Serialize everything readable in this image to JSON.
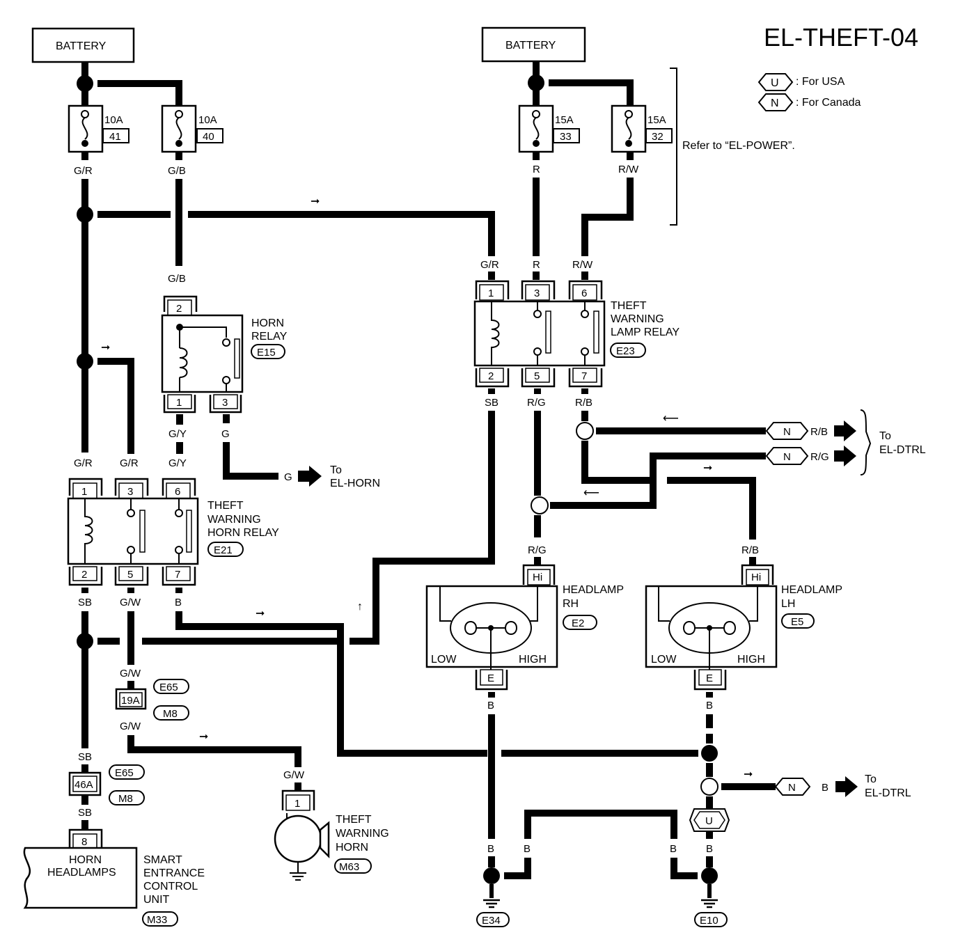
{
  "title": "EL-THEFT-04",
  "legend": {
    "usa_code": "U",
    "usa_label": ": For USA",
    "canada_code": "N",
    "canada_label": ": For Canada"
  },
  "power_note": "Refer to “EL-POWER”.",
  "batteries": [
    "BATTERY",
    "BATTERY"
  ],
  "fuses": [
    {
      "rating": "10A",
      "number": "41"
    },
    {
      "rating": "10A",
      "number": "40"
    },
    {
      "rating": "15A",
      "number": "33"
    },
    {
      "rating": "15A",
      "number": "32"
    }
  ],
  "wire_colors": {
    "g_r": "G/R",
    "g_b": "G/B",
    "r": "R",
    "r_w": "R/W",
    "g_y": "G/Y",
    "g": "G",
    "sb": "SB",
    "g_w": "G/W",
    "b": "B",
    "r_g": "R/G",
    "r_b": "R/B"
  },
  "horn_relay": {
    "name": "HORN\nRELAY",
    "line1": "HORN",
    "line2": "RELAY",
    "connector": "E15",
    "pins": [
      "2",
      "1",
      "3"
    ]
  },
  "horn_warning_relay": {
    "line1": "THEFT",
    "line2": "WARNING",
    "line3": "HORN RELAY",
    "connector": "E21",
    "pins": [
      "1",
      "3",
      "6",
      "2",
      "5",
      "7"
    ]
  },
  "lamp_relay": {
    "line1": "THEFT",
    "line2": "WARNING",
    "line3": "LAMP RELAY",
    "connector": "E23",
    "pins": [
      "1",
      "3",
      "6",
      "2",
      "5",
      "7"
    ]
  },
  "to_horn": {
    "line1": "To",
    "line2": "EL-HORN"
  },
  "to_dtrl": {
    "line1": "To",
    "line2": "EL-DTRL"
  },
  "headlamp_rh": {
    "line1": "HEADLAMP",
    "line2": "RH",
    "connector": "E2",
    "hi": "Hi",
    "low": "LOW",
    "high": "HIGH",
    "e": "E"
  },
  "headlamp_lh": {
    "line1": "HEADLAMP",
    "line2": "LH",
    "connector": "E5",
    "hi": "Hi",
    "low": "LOW",
    "high": "HIGH",
    "e": "E"
  },
  "connectors": {
    "c19a": "19A",
    "c46a": "46A",
    "e65": "E65",
    "m8": "M8"
  },
  "horn": {
    "line1": "THEFT",
    "line2": "WARNING",
    "line3": "HORN",
    "connector": "M63",
    "pin": "1"
  },
  "ecu": {
    "pin": "8",
    "label1": "HORN",
    "label2": "HEADLAMPS",
    "name1": "SMART",
    "name2": "ENTRANCE",
    "name3": "CONTROL",
    "name4": "UNIT",
    "connector": "M33"
  },
  "grounds": {
    "left": "E34",
    "right": "E10"
  }
}
